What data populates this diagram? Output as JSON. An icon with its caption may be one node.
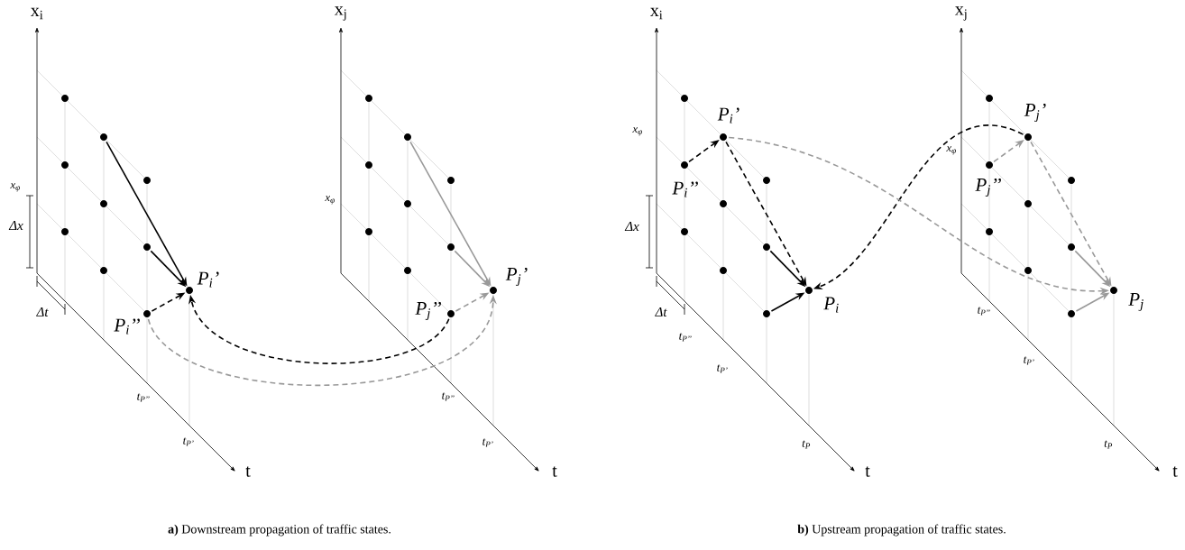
{
  "diagram": {
    "nodes": [
      {
        "text": [],
        "shape": "circle"
      },
      {
        "text": [],
        "shape": "circle"
      },
      {
        "text": [],
        "shape": "circle"
      },
      {
        "text": [],
        "shape": "circle"
      },
      {
        "text": [],
        "shape": "circle"
      },
      {
        "text": [],
        "shape": "circle"
      },
      {
        "text": [],
        "shape": "circle"
      },
      {
        "text": [],
        "shape": "circle"
      },
      {
        "text": [
          "P$_{i}$’’"
        ]
      },
      {
        "text": [
          "P$_{i}$’"
        ]
      },
      {
        "text": [],
        "shape": "circle"
      },
      {
        "text": [],
        "shape": "circle"
      },
      {
        "text": [],
        "shape": "circle"
      },
      {
        "text": [],
        "shape": "circle"
      },
      {
        "text": [],
        "shape": "circle"
      },
      {
        "text": [],
        "shape": "circle"
      },
      {
        "text": [],
        "shape": "circle"
      },
      {
        "text": [],
        "shape": "circle"
      },
      {
        "text": [
          "P$_{j}$’’"
        ]
      },
      {
        "text": [
          "P$_{j}$’"
        ]
      },
      {
        "text": [],
        "shape": "circle"
      },
      {
        "text": [
          "P$_{i}$’’"
        ]
      },
      {
        "text": [],
        "shape": "circle"
      },
      {
        "text": [
          "P$_{i}$’"
        ]
      },
      {
        "text": [],
        "shape": "circle"
      },
      {
        "text": [],
        "shape": "circle"
      },
      {
        "text": [],
        "shape": "circle"
      },
      {
        "text": [],
        "shape": "circle"
      },
      {
        "text": [],
        "shape": "circle"
      },
      {
        "text": [
          "P$_{i}$"
        ]
      },
      {
        "text": [],
        "shape": "circle"
      },
      {
        "text": [
          "P$_{j}$’’"
        ]
      },
      {
        "text": [],
        "shape": "circle"
      },
      {
        "text": [
          "P$_{j}$’"
        ]
      },
      {
        "text": [],
        "shape": "circle"
      },
      {
        "text": [],
        "shape": "circle"
      },
      {
        "text": [],
        "shape": "circle"
      },
      {
        "text": [],
        "shape": "circle"
      },
      {
        "text": [],
        "shape": "circle"
      },
      {
        "text": [
          "P$_{j}$"
        ]
      }
    ],
    "edges": [
      {
        "from": 3,
        "to": 9,
        "arrow": "to"
      },
      {
        "from": 7,
        "to": 9,
        "arrow": "to"
      },
      {
        "from": 8,
        "to": 9,
        "arrow": "to",
        "style": "dashed"
      },
      {
        "from": 13,
        "to": 19,
        "arrow": "to",
        "color": "#999999"
      },
      {
        "from": 17,
        "to": 19,
        "arrow": "to",
        "color": "#999999"
      },
      {
        "from": 18,
        "to": 19,
        "arrow": "to",
        "style": "dashed",
        "color": "#999999"
      },
      {
        "from": 18,
        "to": 9,
        "arrow": "to",
        "style": "dashed"
      },
      {
        "from": 8,
        "to": 19,
        "arrow": "to",
        "style": "dashed",
        "color": "#999999"
      },
      {
        "from": 21,
        "to": 23,
        "arrow": "to",
        "style": "dashed"
      },
      {
        "from": 23,
        "to": 29,
        "arrow": "to",
        "style": "dashed"
      },
      {
        "from": 27,
        "to": 29,
        "arrow": "to"
      },
      {
        "from": 28,
        "to": 29,
        "arrow": "to"
      },
      {
        "from": 31,
        "to": 33,
        "arrow": "to",
        "style": "dashed",
        "color": "#999999"
      },
      {
        "from": 33,
        "to": 39,
        "arrow": "to",
        "style": "dashed",
        "color": "#999999"
      },
      {
        "from": 37,
        "to": 39,
        "arrow": "to",
        "color": "#999999"
      },
      {
        "from": 38,
        "to": 39,
        "arrow": "to",
        "color": "#999999"
      },
      {
        "from": 33,
        "to": 29,
        "arrow": "to",
        "style": "dashed"
      },
      {
        "from": 23,
        "to": 39,
        "arrow": "to",
        "style": "dashed",
        "color": "#999999"
      }
    ],
    "labels": [
      "x$_{i}$",
      "t",
      "x$_{φ}$",
      "Δx",
      "Δt",
      "t$_{P’’}$",
      "t$_{P’}$",
      "x$_{j}$",
      "t",
      "x$_{φ}$",
      "t$_{P’’}$",
      "t$_{P’}$",
      "x$_{i}$",
      "t",
      "x$_{φ}$",
      "Δx",
      "Δt",
      "t$_{P’’}$",
      "t$_{P’}$",
      "t$_{P}$",
      "x$_{j}$",
      "t",
      "x$_{φ}$",
      "t$_{P’’}$",
      "t$_{P’}$",
      "t$_{P}$",
      "**a)** Downstream propagation of traffic states.",
      "**b)** Upstream propagation of traffic states."
    ]
  }
}
